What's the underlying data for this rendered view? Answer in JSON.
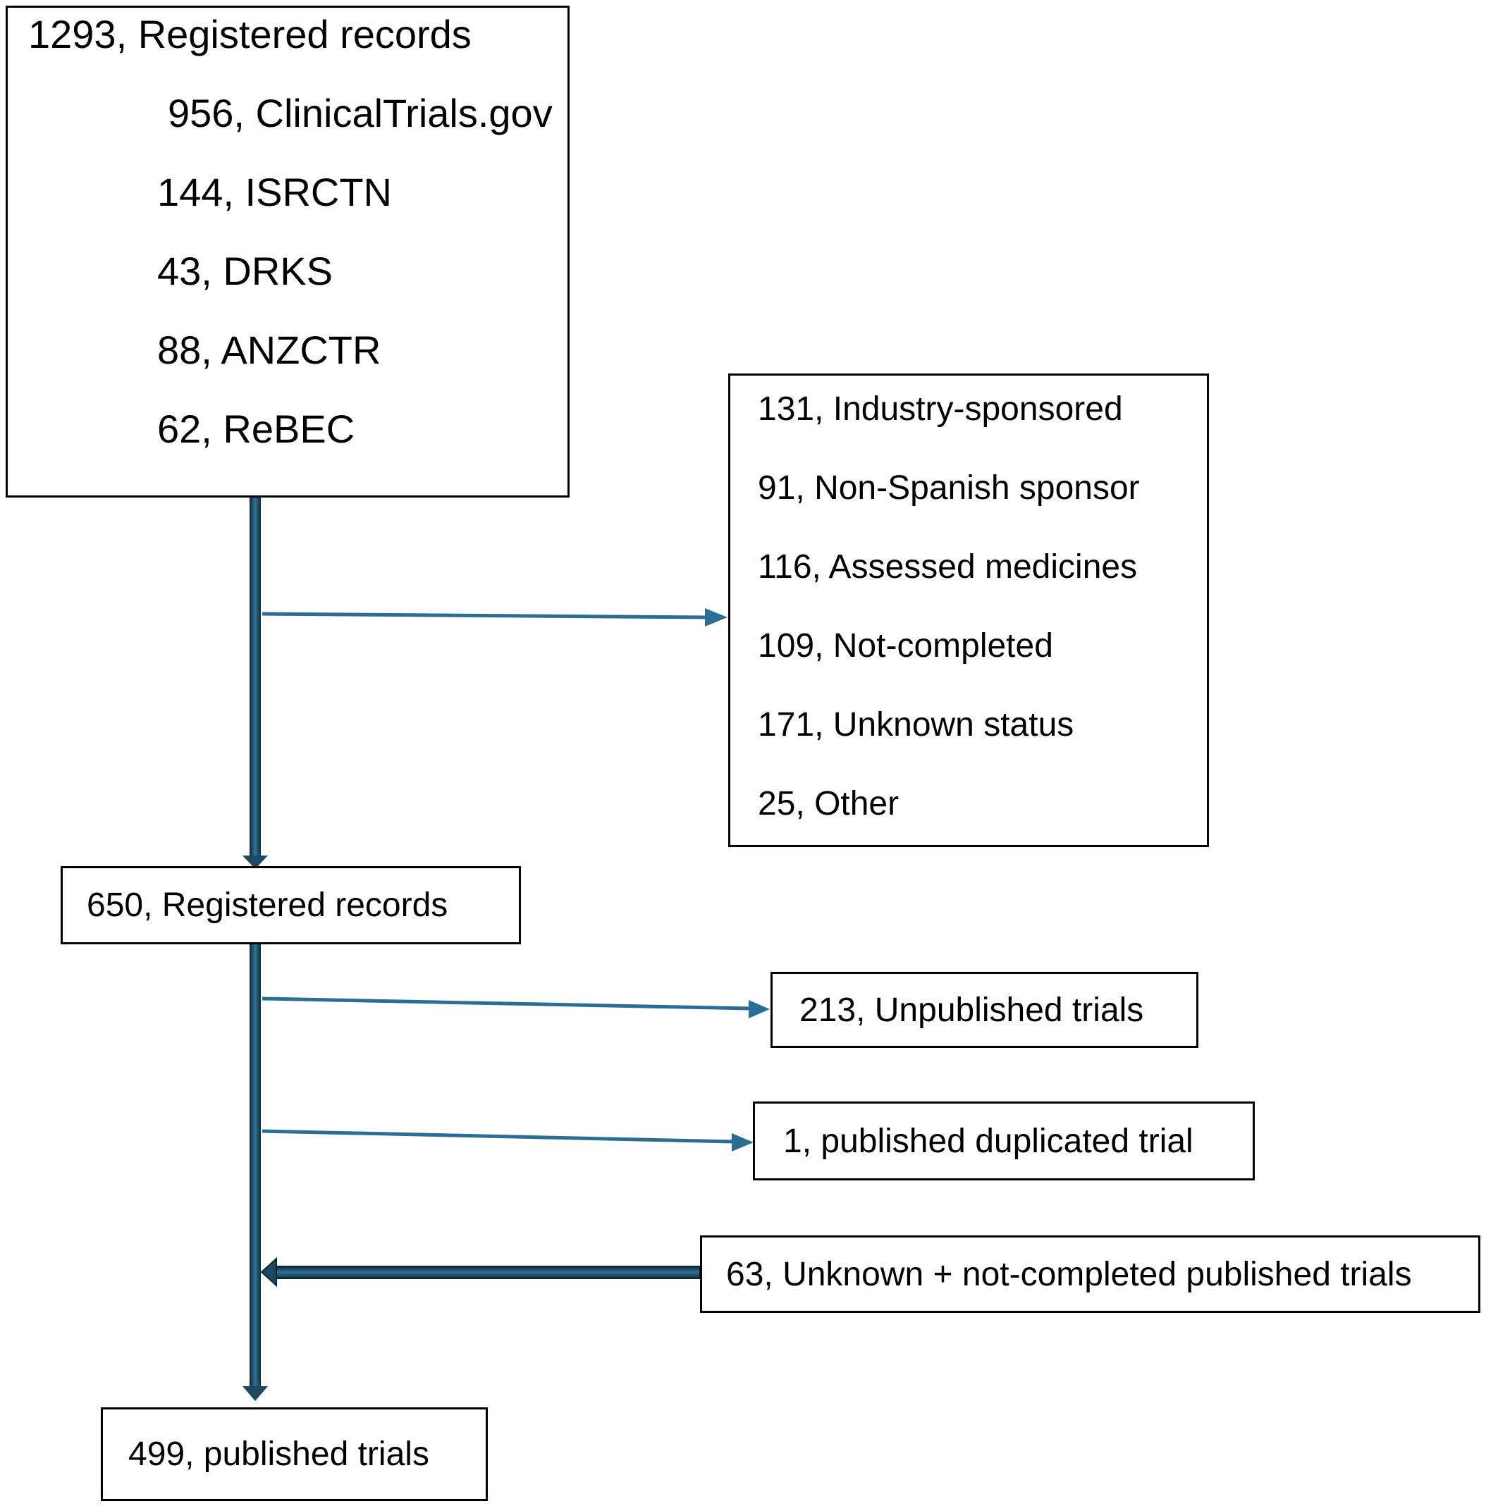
{
  "figure_type": "trial-flow-diagram",
  "boxes": {
    "initial": {
      "lines": [
        "1293, Registered records",
        "956, ClinicalTrials.gov",
        "144, ISRCTN",
        "43, DRKS",
        "88, ANZCTR",
        "62, ReBEC"
      ]
    },
    "exclusions": {
      "lines": [
        "131, Industry-sponsored",
        "91, Non-Spanish sponsor",
        "116, Assessed medicines",
        "109, Not-completed",
        "171, Unknown status",
        "25, Other"
      ]
    },
    "registered_650": {
      "label": "650, Registered records"
    },
    "unpublished_213": {
      "label": "213, Unpublished trials"
    },
    "duplicated_1": {
      "label": "1, published duplicated trial"
    },
    "unknown_63": {
      "label": "63, Unknown + not-completed published trials"
    },
    "published_499": {
      "label": "499, published trials"
    }
  },
  "colors": {
    "thin_arrow": "#2a6e96",
    "thick_arrow_dark": "#0f2b3c",
    "thick_arrow_light": "#2f7396",
    "arrowhead": "#1c4a63",
    "box_border": "#000000",
    "background": "#ffffff"
  }
}
